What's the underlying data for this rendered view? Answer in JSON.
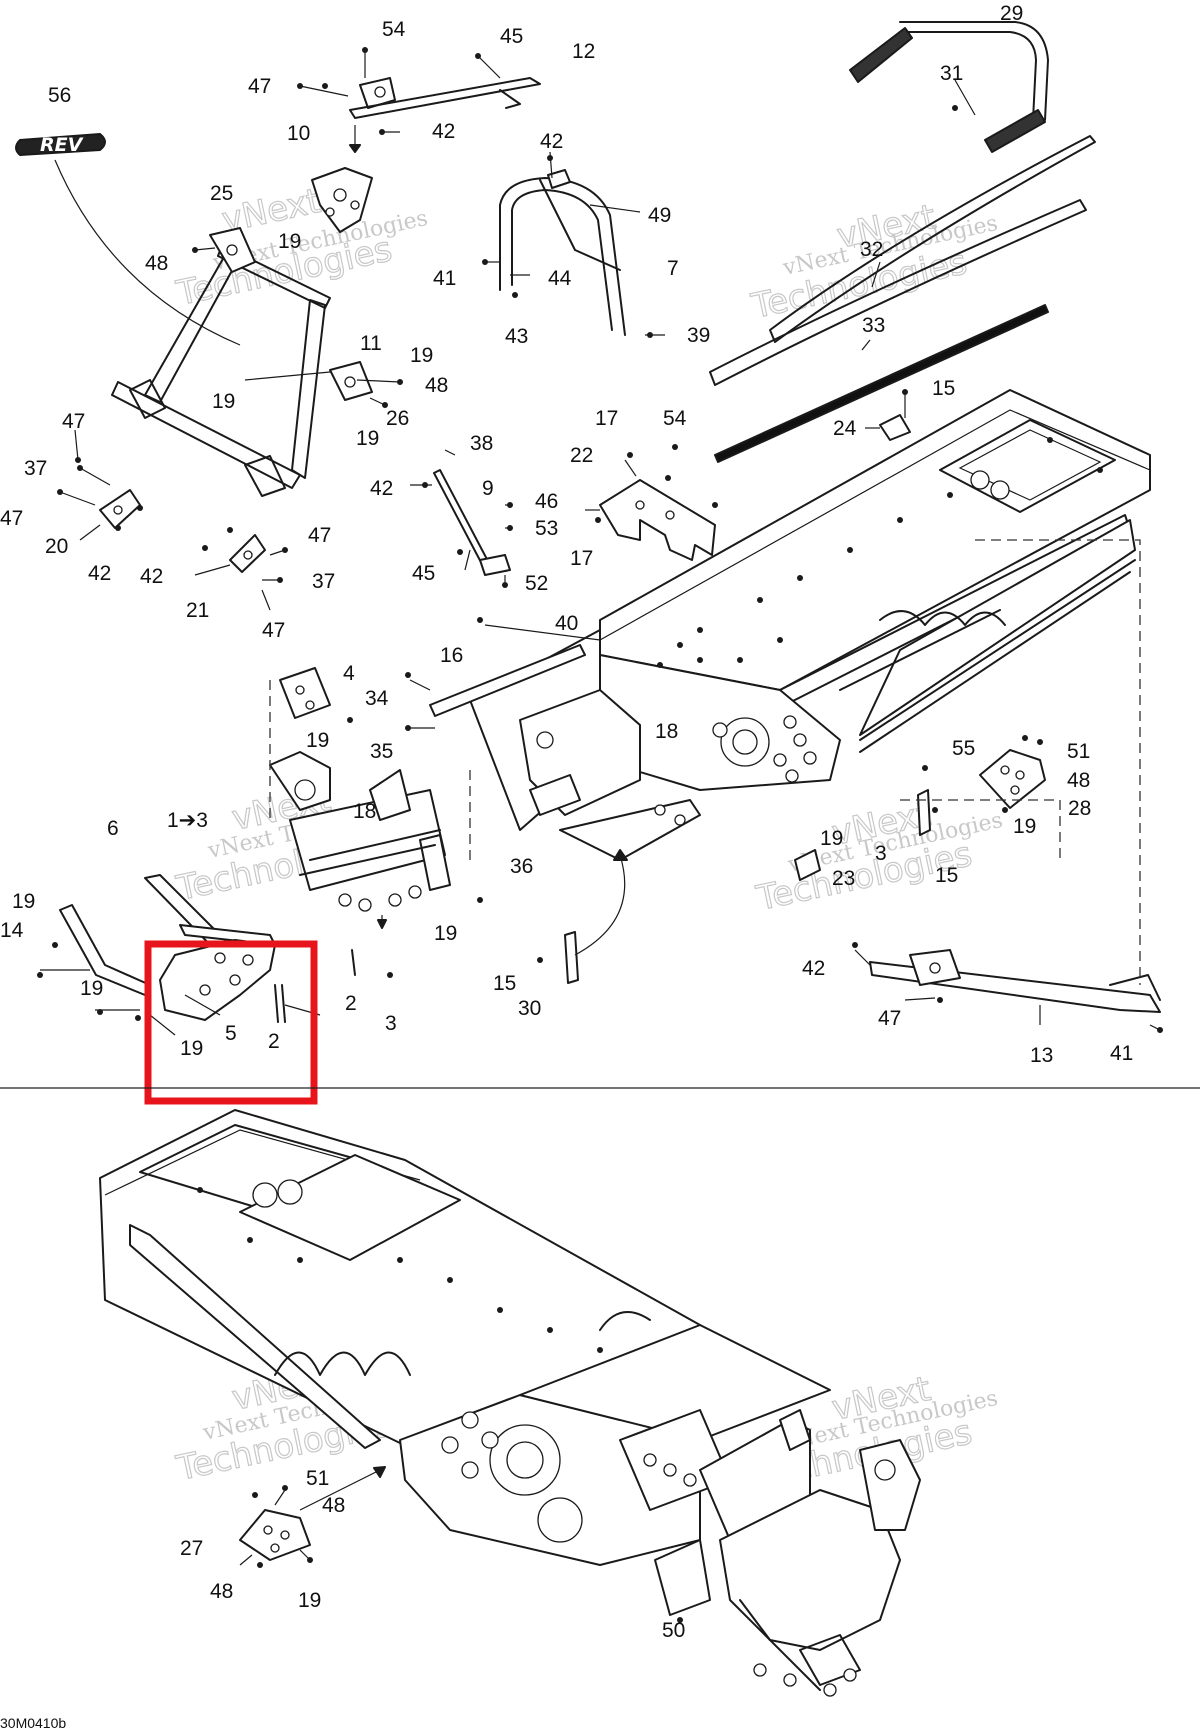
{
  "drawing": {
    "code": "30M0410b",
    "logo_text": "REV"
  },
  "watermark": {
    "small": "vNext Technologies",
    "big": "Technologies",
    "top": "vNext"
  },
  "highlight": {
    "color": "#e8141c",
    "part_numbers": [
      "5",
      "2",
      "19"
    ]
  },
  "callouts": [
    {
      "id": "c54a",
      "label": "54"
    },
    {
      "id": "c45a",
      "label": "45"
    },
    {
      "id": "c12",
      "label": "12"
    },
    {
      "id": "c47a",
      "label": "47"
    },
    {
      "id": "c42a",
      "label": "42"
    },
    {
      "id": "c10",
      "label": "10"
    },
    {
      "id": "c56",
      "label": "56"
    },
    {
      "id": "c25",
      "label": "25"
    },
    {
      "id": "c48a",
      "label": "48"
    },
    {
      "id": "c19a",
      "label": "19"
    },
    {
      "id": "c11",
      "label": "11"
    },
    {
      "id": "c19b",
      "label": "19"
    },
    {
      "id": "c48b",
      "label": "48"
    },
    {
      "id": "c19c",
      "label": "19"
    },
    {
      "id": "c26",
      "label": "26"
    },
    {
      "id": "c19d",
      "label": "19"
    },
    {
      "id": "c42b",
      "label": "42"
    },
    {
      "id": "c49",
      "label": "49"
    },
    {
      "id": "c41a",
      "label": "41"
    },
    {
      "id": "c44",
      "label": "44"
    },
    {
      "id": "c7",
      "label": "7"
    },
    {
      "id": "c43",
      "label": "43"
    },
    {
      "id": "c39",
      "label": "39"
    },
    {
      "id": "c29",
      "label": "29"
    },
    {
      "id": "c31",
      "label": "31"
    },
    {
      "id": "c32",
      "label": "32"
    },
    {
      "id": "c33",
      "label": "33"
    },
    {
      "id": "c15a",
      "label": "15"
    },
    {
      "id": "c24",
      "label": "24"
    },
    {
      "id": "c47b",
      "label": "47"
    },
    {
      "id": "c37a",
      "label": "37"
    },
    {
      "id": "c47c",
      "label": "47"
    },
    {
      "id": "c20",
      "label": "20"
    },
    {
      "id": "c42c",
      "label": "42"
    },
    {
      "id": "c42d",
      "label": "42"
    },
    {
      "id": "c21",
      "label": "21"
    },
    {
      "id": "c47d",
      "label": "47"
    },
    {
      "id": "c37b",
      "label": "37"
    },
    {
      "id": "c47e",
      "label": "47"
    },
    {
      "id": "c38",
      "label": "38"
    },
    {
      "id": "c42e",
      "label": "42"
    },
    {
      "id": "c9",
      "label": "9"
    },
    {
      "id": "c46",
      "label": "46"
    },
    {
      "id": "c53",
      "label": "53"
    },
    {
      "id": "c45b",
      "label": "45"
    },
    {
      "id": "c52",
      "label": "52"
    },
    {
      "id": "c17a",
      "label": "17"
    },
    {
      "id": "c54b",
      "label": "54"
    },
    {
      "id": "c22",
      "label": "22"
    },
    {
      "id": "c17b",
      "label": "17"
    },
    {
      "id": "c40",
      "label": "40"
    },
    {
      "id": "c16",
      "label": "16"
    },
    {
      "id": "c4",
      "label": "4"
    },
    {
      "id": "c34",
      "label": "34"
    },
    {
      "id": "c18a",
      "label": "18"
    },
    {
      "id": "c19e",
      "label": "19"
    },
    {
      "id": "c35",
      "label": "35"
    },
    {
      "id": "c55",
      "label": "55"
    },
    {
      "id": "c51a",
      "label": "51"
    },
    {
      "id": "c48c",
      "label": "48"
    },
    {
      "id": "c28",
      "label": "28"
    },
    {
      "id": "c19f",
      "label": "19"
    },
    {
      "id": "c13x",
      "label": "1➔3"
    },
    {
      "id": "c18b",
      "label": "18"
    },
    {
      "id": "c6",
      "label": "6"
    },
    {
      "id": "c36",
      "label": "36"
    },
    {
      "id": "c19g",
      "label": "19"
    },
    {
      "id": "c3a",
      "label": "3"
    },
    {
      "id": "c23",
      "label": "23"
    },
    {
      "id": "c15b",
      "label": "15"
    },
    {
      "id": "c19h",
      "label": "19"
    },
    {
      "id": "c19i",
      "label": "19"
    },
    {
      "id": "c14",
      "label": "14"
    },
    {
      "id": "c19j",
      "label": "19"
    },
    {
      "id": "c5",
      "label": "5"
    },
    {
      "id": "c19k",
      "label": "19"
    },
    {
      "id": "c2a",
      "label": "2"
    },
    {
      "id": "c2b",
      "label": "2"
    },
    {
      "id": "c3b",
      "label": "3"
    },
    {
      "id": "c15c",
      "label": "15"
    },
    {
      "id": "c30",
      "label": "30"
    },
    {
      "id": "c42f",
      "label": "42"
    },
    {
      "id": "c47f",
      "label": "47"
    },
    {
      "id": "c13",
      "label": "13"
    },
    {
      "id": "c41b",
      "label": "41"
    },
    {
      "id": "c51b",
      "label": "51"
    },
    {
      "id": "c48d",
      "label": "48"
    },
    {
      "id": "c27",
      "label": "27"
    },
    {
      "id": "c48e",
      "label": "48"
    },
    {
      "id": "c19l",
      "label": "19"
    },
    {
      "id": "c50",
      "label": "50"
    }
  ]
}
